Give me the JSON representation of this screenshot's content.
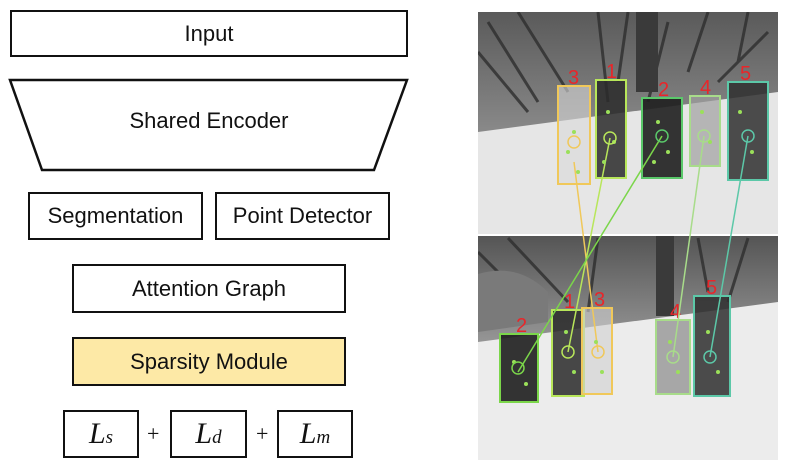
{
  "pipeline": {
    "input": "Input",
    "encoder": "Shared Encoder",
    "segmentation": "Segmentation",
    "point_detector": "Point Detector",
    "attention_graph": "Attention Graph",
    "sparsity_module": "Sparsity Module",
    "losses": [
      {
        "base": "L",
        "sub": "s"
      },
      {
        "base": "L",
        "sub": "d"
      },
      {
        "base": "L",
        "sub": "m"
      }
    ],
    "plus": "+"
  },
  "photo": {
    "top_labels": [
      "3",
      "1",
      "2",
      "4",
      "5"
    ],
    "bottom_labels": [
      "2",
      "1",
      "3",
      "4",
      "5"
    ],
    "label_color": "#e8262a",
    "match_colors": [
      "#7bd64a",
      "#b8e65a",
      "#f0c85a",
      "#5ac86a",
      "#a8dc8a",
      "#5cc8a8"
    ]
  }
}
